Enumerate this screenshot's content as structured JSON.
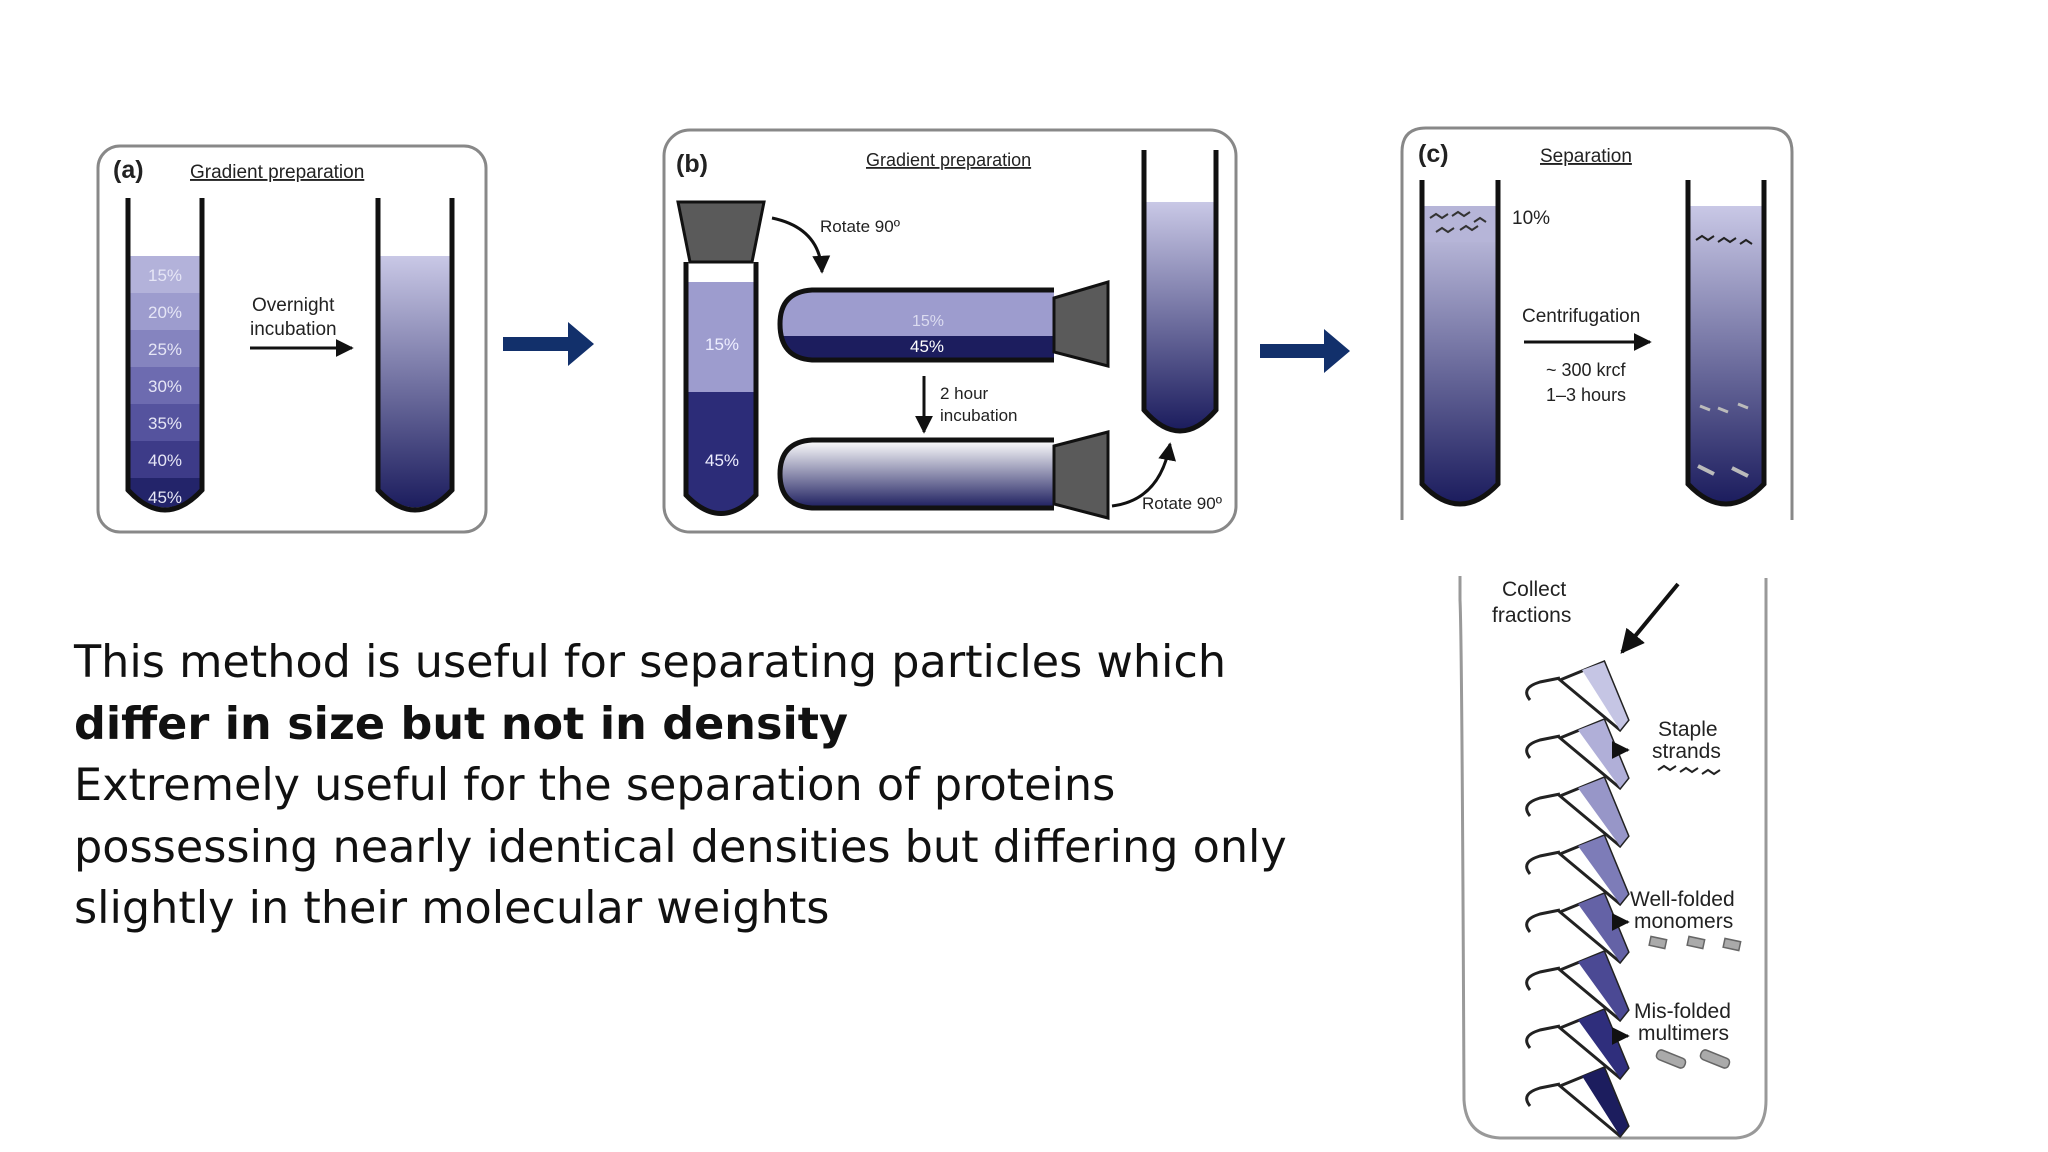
{
  "panels": {
    "a": {
      "letter": "(a)",
      "title": "Gradient preparation",
      "layers": [
        "15%",
        "20%",
        "25%",
        "30%",
        "35%",
        "40%",
        "45%"
      ],
      "arrow_label": [
        "Overnight",
        "incubation"
      ]
    },
    "b": {
      "letter": "(b)",
      "title": "Gradient preparation",
      "rotate_top": "Rotate 90º",
      "tube_upper": "15%",
      "tube_lower": "45%",
      "horiz_upper": "15%",
      "horiz_lower": "45%",
      "incubation": [
        "2 hour",
        "incubation"
      ],
      "rotate_bottom": "Rotate 90º"
    },
    "c": {
      "letter": "(c)",
      "title": "Separation",
      "load_label": "10%",
      "arrow_label": "Centrifugation",
      "conditions": [
        "~ 300 krcf",
        "1–3 hours"
      ]
    },
    "collect": {
      "title": [
        "Collect",
        "fractions"
      ],
      "staple": [
        "Staple",
        "strands"
      ],
      "monomers": [
        "Well-folded",
        "monomers"
      ],
      "multimers": [
        "Mis-folded",
        "multimers"
      ]
    }
  },
  "text": {
    "line1": "This method is useful for separating particles which",
    "line2": "differ in size but not in density",
    "line3": "Extremely useful for the separation of proteins",
    "line4": "possessing nearly identical densities but differing only",
    "line5": "slightly in their molecular weights"
  },
  "colors": {
    "navy": "#1c1d5e",
    "lavender": "#c5c5e4",
    "arrow_blue": "#12306b",
    "cap_gray": "#5a5a5a"
  }
}
